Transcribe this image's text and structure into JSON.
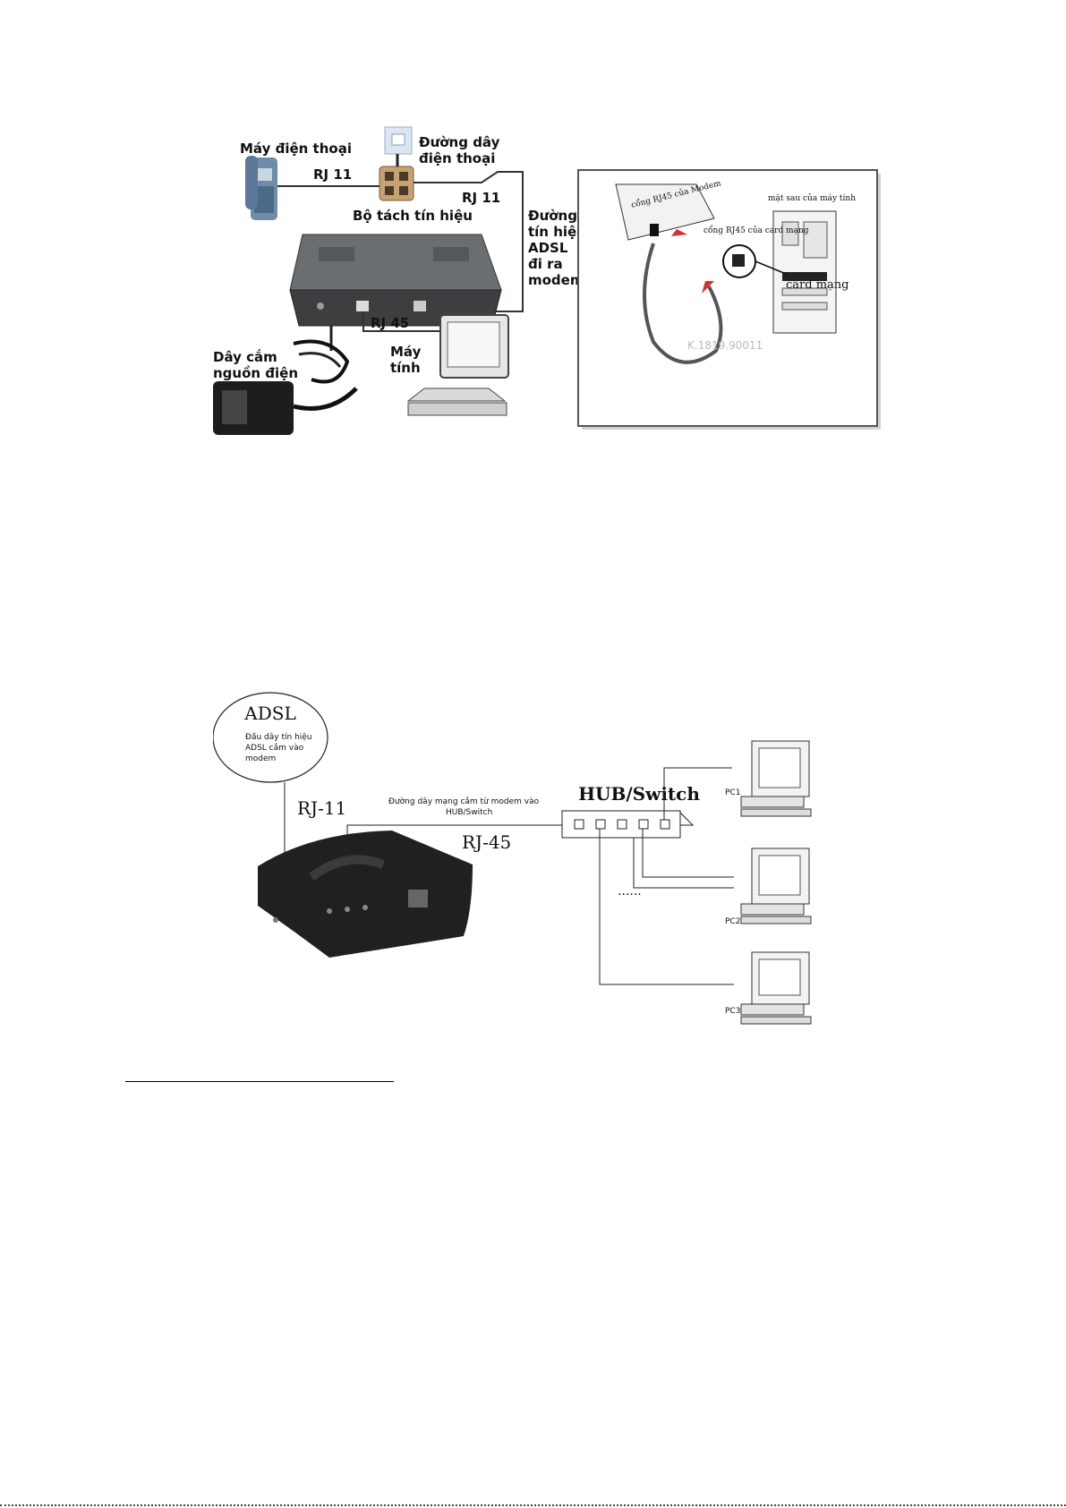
{
  "diagram1": {
    "phone_label": "Máy điện thoại",
    "rj11_left": "RJ 11",
    "wall_line_label_1": "Đường dây",
    "wall_line_label_2": "điện thoại",
    "rj11_right": "RJ 11",
    "splitter_label": "Bộ tách tín hiệu",
    "adsl_out_1": "Đường",
    "adsl_out_2": "tín hiệu",
    "adsl_out_3": "ADSL",
    "adsl_out_4": "đi ra",
    "adsl_out_5": "modem",
    "rj45_label": "RJ 45",
    "computer_1": "Máy",
    "computer_2": "tính",
    "power_1": "Dây cắm",
    "power_2": "nguồn điện",
    "inset_modem_port": "cổng RJ45 của Modem",
    "inset_nic_port": "cổng RJ45 của card mạng",
    "inset_pc_back": "mặt sau của máy tính",
    "inset_card": "card mạng"
  },
  "diagram2": {
    "adsl_title": "ADSL",
    "adsl_note_1": "Đầu dây tín hiệu",
    "adsl_note_2": "ADSL cắm vào",
    "adsl_note_3": "modem",
    "rj11": "RJ-11",
    "cable_note_1": "Đường dây mạng cắm từ modem vào",
    "cable_note_2": "HUB/Switch",
    "rj45": "RJ-45",
    "hub": "HUB/Switch",
    "dots": "......",
    "pc1": "PC1",
    "pc2": "PC2",
    "pc3": "PC3"
  }
}
